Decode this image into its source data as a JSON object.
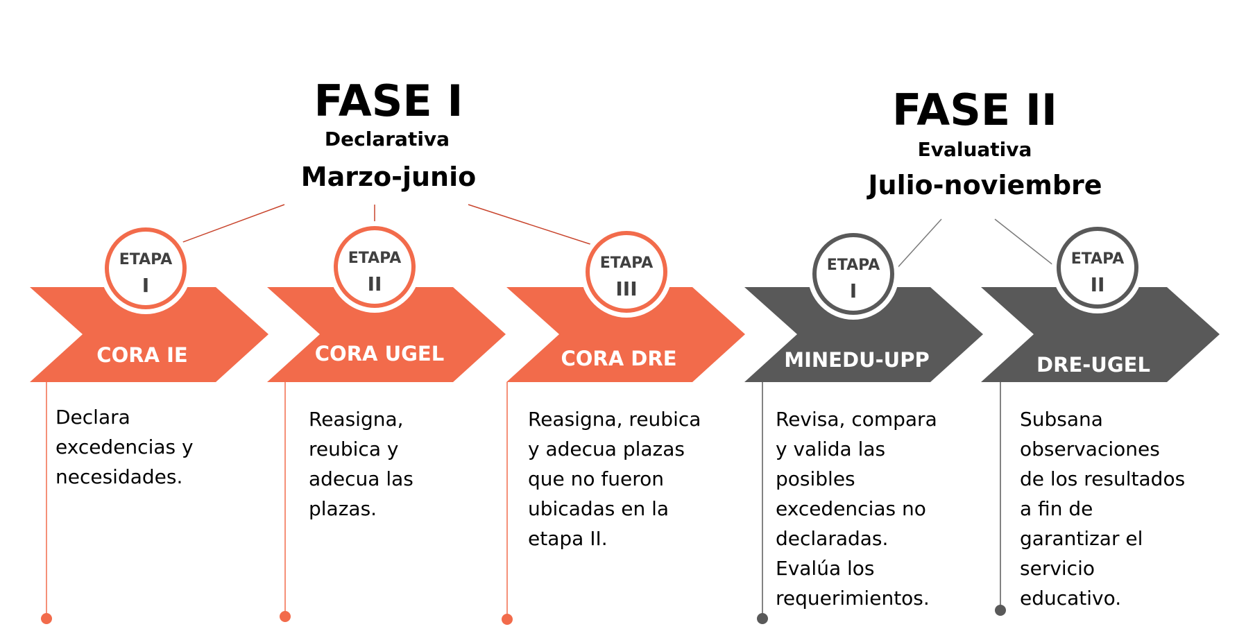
{
  "colors": {
    "orange": "#f26b4b",
    "gray": "#595959",
    "line_orange": "#c8442c",
    "line_gray": "#7a7a7a"
  },
  "fases": [
    {
      "title": "FASE I",
      "subtitle": "Declarativa",
      "months": "Marzo-junio"
    },
    {
      "title": "FASE II",
      "subtitle": "Evaluativa",
      "months": "Julio-noviembre"
    }
  ],
  "stages": [
    {
      "etapa_label": "ETAPA",
      "etapa_number": "I",
      "actor": "CORA IE",
      "phase": 0,
      "description": "Declara excedencias y necesidades.",
      "lines": [
        "Declara",
        "excedencias y",
        "necesidades."
      ]
    },
    {
      "etapa_label": "ETAPA",
      "etapa_number": "II",
      "actor": "CORA UGEL",
      "phase": 0,
      "description": "Reasigna, reubica y adecua las plazas.",
      "lines": [
        "Reasigna,",
        "reubica y",
        "adecua las",
        "plazas."
      ]
    },
    {
      "etapa_label": "ETAPA",
      "etapa_number": "III",
      "actor": "CORA DRE",
      "phase": 0,
      "description": "Reasigna, reubica y adecua plazas que no fueron ubicadas en la etapa II.",
      "lines": [
        "Reasigna, reubica",
        "y adecua plazas",
        "que no fueron",
        "ubicadas en la",
        "etapa II."
      ]
    },
    {
      "etapa_label": "ETAPA",
      "etapa_number": "I",
      "actor": "MINEDU-UPP",
      "phase": 1,
      "description": "Revisa, compara y valida las posibles excedencias no declaradas. Evalúa los requerimientos.",
      "lines": [
        "Revisa, compara",
        "y valida las",
        "posibles",
        "excedencias no",
        "declaradas.",
        "Evalúa los",
        "requerimientos."
      ]
    },
    {
      "etapa_label": "ETAPA",
      "etapa_number": "II",
      "actor": "DRE-UGEL",
      "phase": 1,
      "description": "Subsana observaciones de los resultados a fin de garantizar el servicio educativo.",
      "lines": [
        "Subsana",
        "observaciones",
        "de los resultados",
        "a fin de",
        "garantizar el",
        "servicio",
        "educativo."
      ]
    }
  ]
}
